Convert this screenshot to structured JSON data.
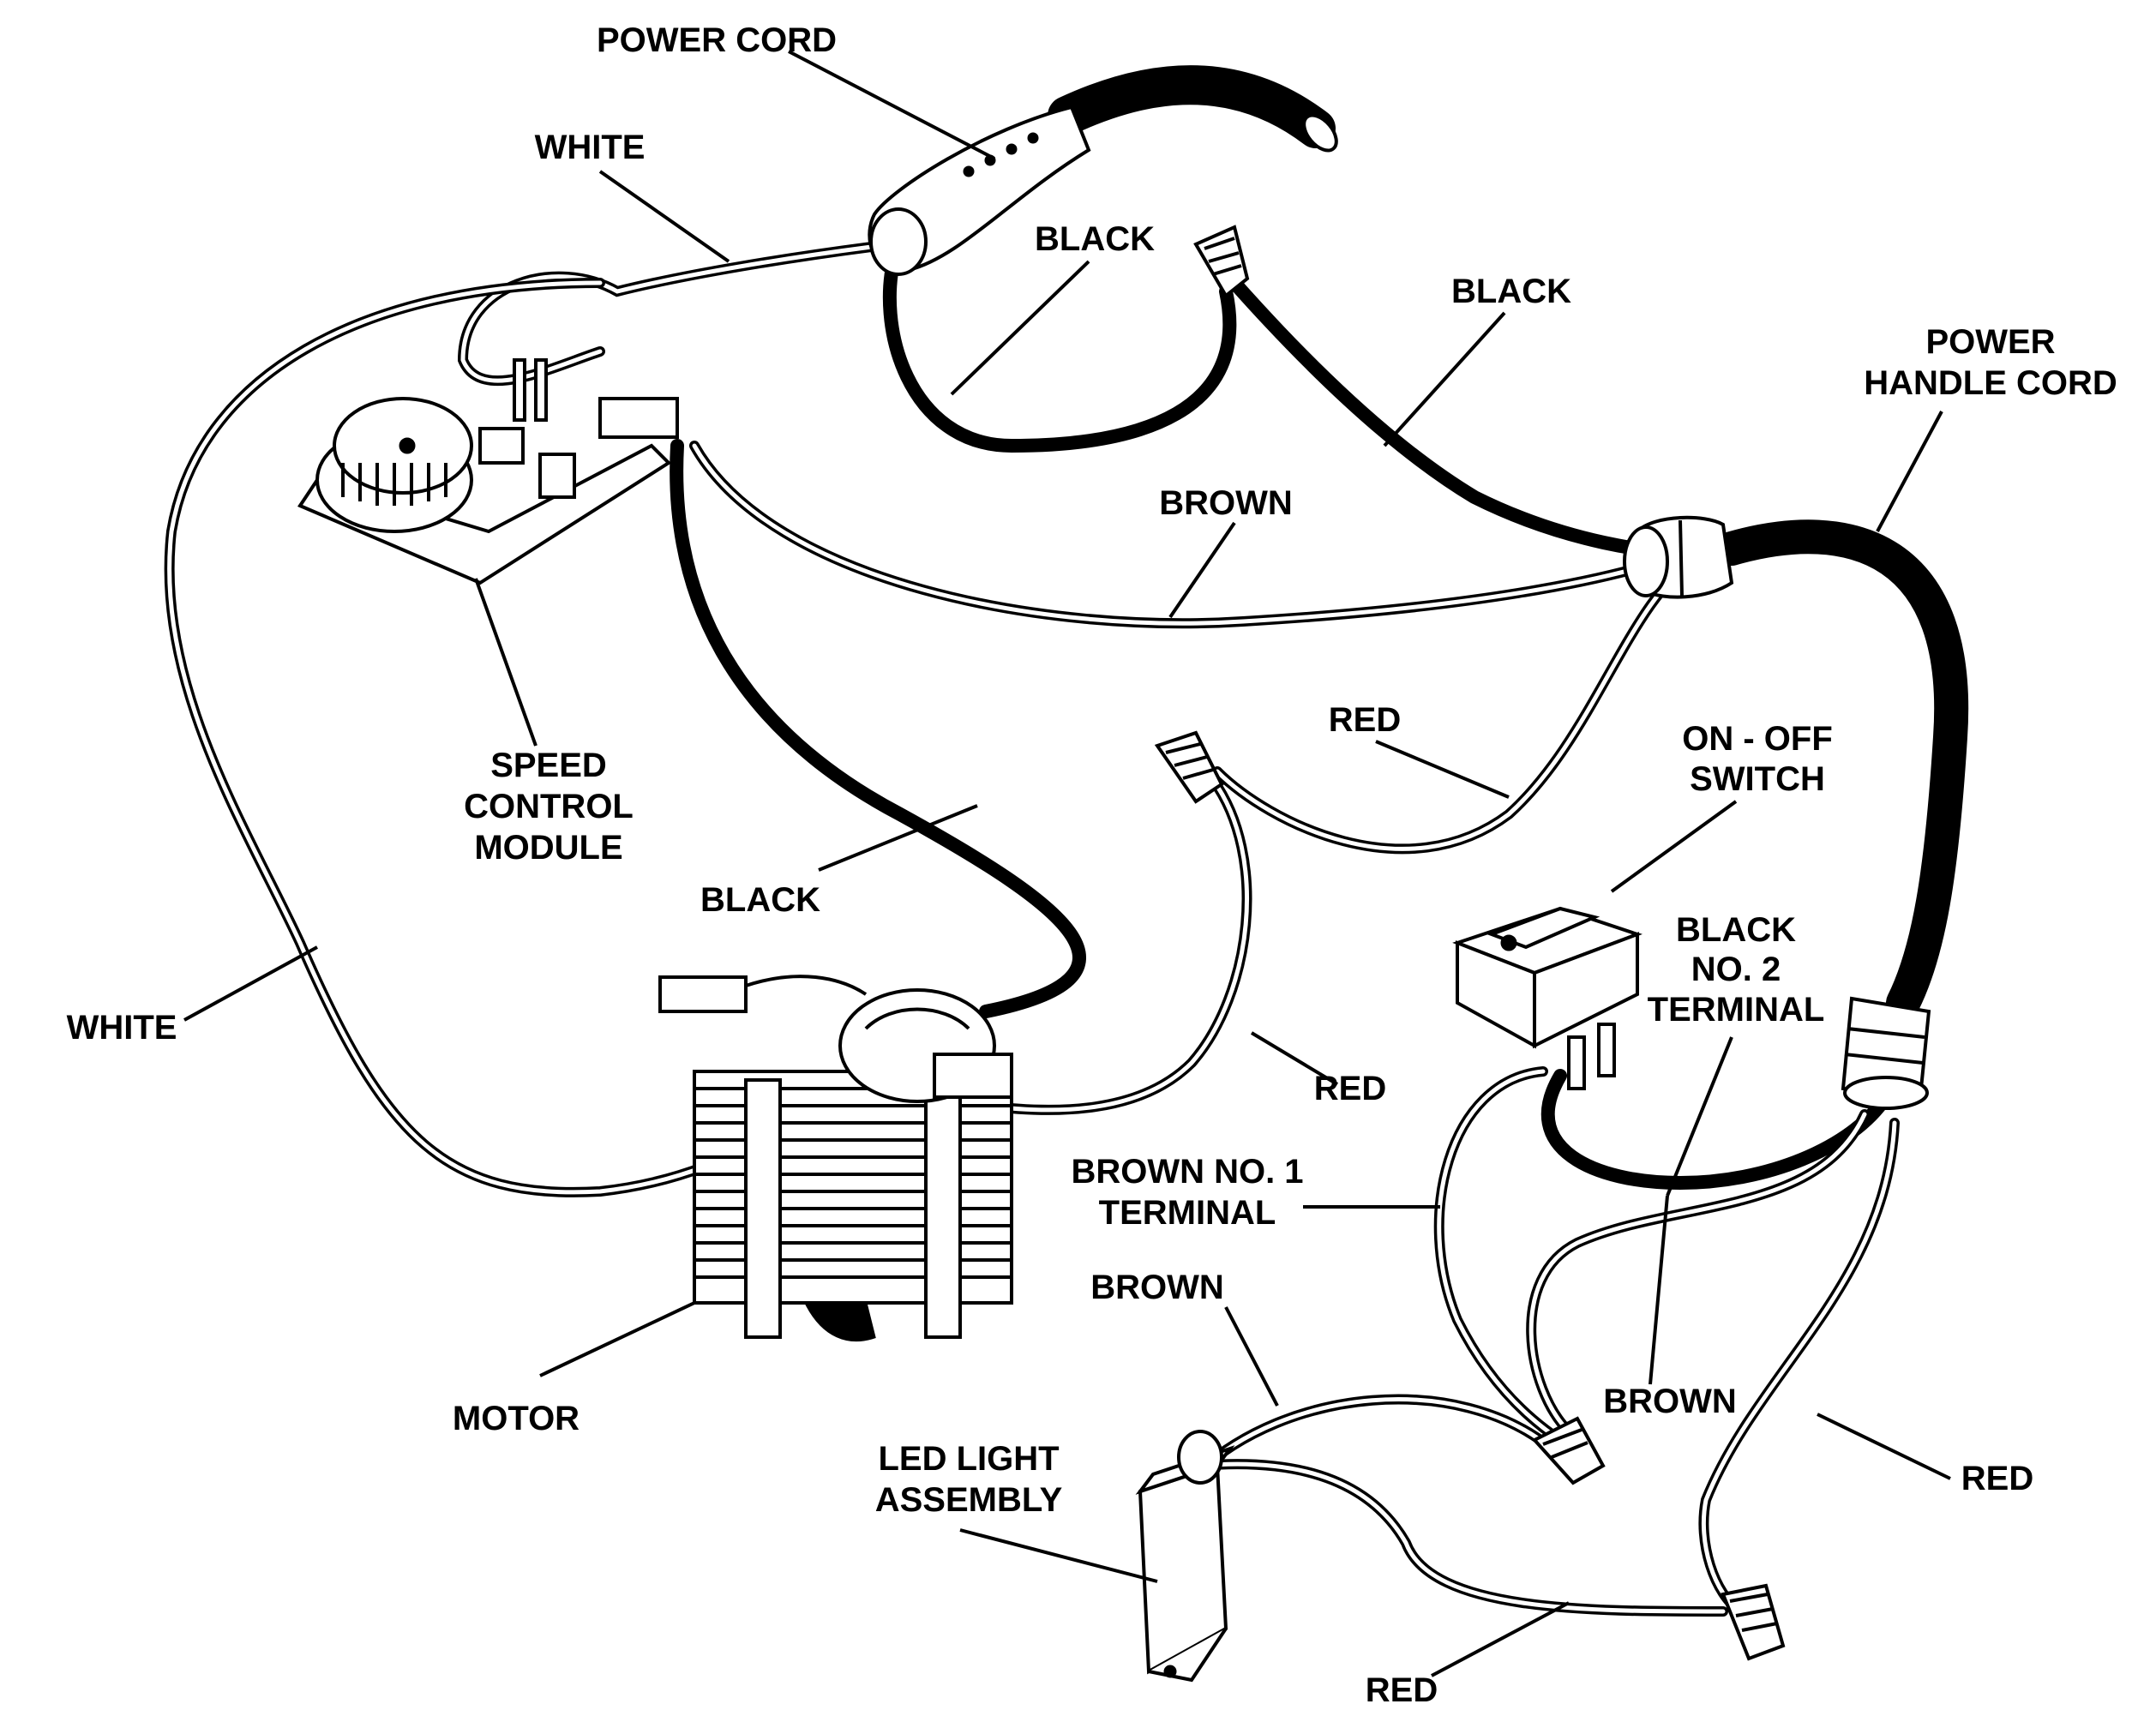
{
  "labels": {
    "power_cord": "POWER CORD",
    "white_top": "WHITE",
    "black_top": "BLACK",
    "black_right": "BLACK",
    "power_handle_cord_1": "POWER",
    "power_handle_cord_2": "HANDLE CORD",
    "brown_top": "BROWN",
    "red_middle": "RED",
    "speed_control_1": "SPEED",
    "speed_control_2": "CONTROL",
    "speed_control_3": "MODULE",
    "on_off_switch_1": "ON - OFF",
    "on_off_switch_2": "SWITCH",
    "black_left": "BLACK",
    "black_no2_1": "BLACK",
    "black_no2_2": "NO. 2",
    "black_no2_3": "TERMINAL",
    "white_left": "WHITE",
    "red_motor": "RED",
    "brown_no1_1": "BROWN NO. 1",
    "brown_no1_2": "TERMINAL",
    "brown_bottom": "BROWN",
    "brown_right": "BROWN",
    "motor": "MOTOR",
    "led_1": "LED LIGHT",
    "led_2": "ASSEMBLY",
    "red_right": "RED",
    "red_bottom": "RED"
  }
}
